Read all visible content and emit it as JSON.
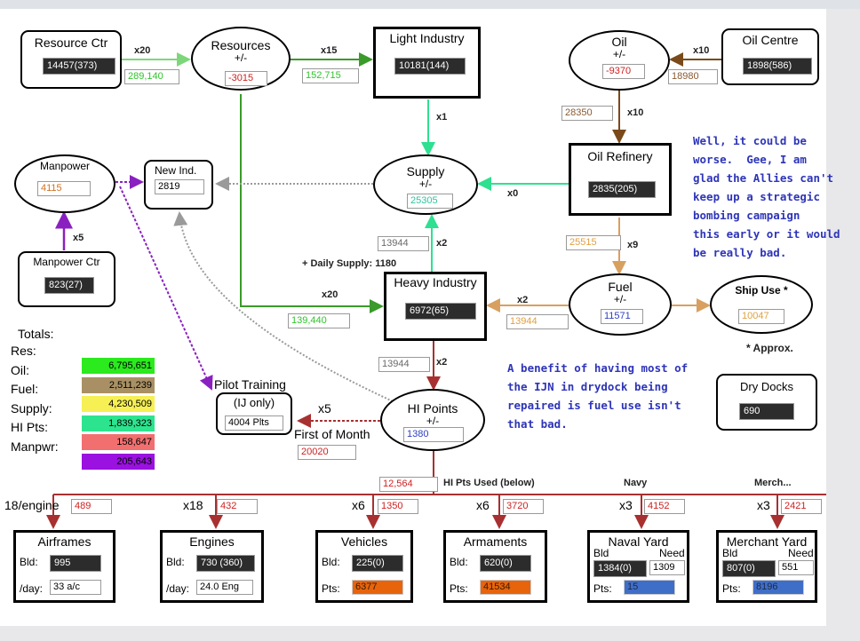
{
  "resource_ctr": {
    "title": "Resource Ctr",
    "value": "14457(373)",
    "out": "289,140",
    "mult": "x20"
  },
  "resources": {
    "title": "Resources",
    "sign": "+/-",
    "value": "-3015",
    "out": "152,715",
    "mult": "x15"
  },
  "light_industry": {
    "title": "Light Industry",
    "value": "10181(144)",
    "mult": "x1"
  },
  "oil": {
    "title": "Oil",
    "sign": "+/-",
    "value": "-9370",
    "in": "18980",
    "mult": "x10"
  },
  "oil_centre": {
    "title": "Oil Centre",
    "value": "1898(586)"
  },
  "oil_refinery": {
    "title": "Oil Refinery",
    "value": "2835(205)",
    "in": "28350",
    "mult": "x10",
    "out": "25515",
    "out_mult": "x9"
  },
  "manpower": {
    "title": "Manpower",
    "value": "4115"
  },
  "new_ind": {
    "title": "New Ind.",
    "value": "2819"
  },
  "supply": {
    "title": "Supply",
    "sign": "+/-",
    "value": "25305",
    "in_mult": "x0",
    "hi_in": "13944",
    "hi_mult": "x2",
    "daily": "+ Daily Supply: 1180"
  },
  "manpower_ctr": {
    "title": "Manpower Ctr",
    "value": "823(27)",
    "mult": "x5"
  },
  "heavy_industry": {
    "title": "Heavy Industry",
    "value": "6972(65)",
    "res_in": "139,440",
    "res_mult": "x20",
    "fuel_in": "13944",
    "fuel_mult": "x2",
    "out": "13944",
    "out_mult": "x2"
  },
  "fuel": {
    "title": "Fuel",
    "sign": "+/-",
    "value": "11571"
  },
  "ship_use": {
    "title": "Ship Use *",
    "value": "10047",
    "approx": "* Approx."
  },
  "totals": {
    "header": "Totals:",
    "rows": [
      {
        "label": "Res:",
        "value": "6,795,651",
        "color": "#2bea1d"
      },
      {
        "label": "Oil:",
        "value": "2,511,239",
        "color": "#a99064"
      },
      {
        "label": "Fuel:",
        "value": "4,230,509",
        "color": "#f6f055"
      },
      {
        "label": "Supply:",
        "value": "1,839,323",
        "color": "#2de48e"
      },
      {
        "label": "HI Pts:",
        "value": "158,647",
        "color": "#f26f6f"
      },
      {
        "label": "Manpwr:",
        "value": "205,643",
        "color": "#9a11e0"
      }
    ]
  },
  "pilot_training": {
    "title": "Pilot Training",
    "sub": "(IJ only)",
    "value": "4004 Plts",
    "mult": "x5",
    "month_label": "First of Month",
    "month_value": "20020"
  },
  "hi_points": {
    "title": "HI Points",
    "sign": "+/-",
    "value": "1380",
    "used": "12,564",
    "used_label": "HI Pts Used (below)",
    "navy": "Navy",
    "merch": "Merch..."
  },
  "dry_docks": {
    "title": "Dry Docks",
    "value": "690"
  },
  "notes": {
    "worse": "Well, it could be\nworse.  Gee, I am\nglad the Allies can't\nkeep up a strategic\nbombing campaign\nthis early or it would\nbe really bad.",
    "ijn": "A benefit of having most of\nthe IJN in drydock being\nrepaired is fuel use isn't\nthat bad."
  },
  "bottom": [
    {
      "mult": "18/engine",
      "use": "489",
      "title": "Airframes",
      "bld": "995",
      "row2_label": "/day:",
      "row2": "33 a/c"
    },
    {
      "mult": "x18",
      "use": "432",
      "title": "Engines",
      "bld": "730 (360)",
      "row2_label": "/day:",
      "row2": "24.0 Eng"
    },
    {
      "mult": "x6",
      "use": "1350",
      "title": "Vehicles",
      "bld": "225(0)",
      "row2_label": "Pts:",
      "row2": "6377"
    },
    {
      "mult": "x6",
      "use": "3720",
      "title": "Armaments",
      "bld": "620(0)",
      "row2_label": "Pts:",
      "row2": "41534"
    },
    {
      "mult": "x3",
      "use": "4152",
      "title": "Naval Yard",
      "bld": "1384(0)",
      "need": "1309",
      "row2_label": "Pts:",
      "row2": "15"
    },
    {
      "mult": "x3",
      "use": "2421",
      "title": "Merchant Yard",
      "bld": "807(0)",
      "need": "551",
      "row2_label": "Pts:",
      "row2": "8196"
    }
  ],
  "labels": {
    "bld": "Bld:",
    "bld_plain": "Bld",
    "need": "Need"
  },
  "colors": {
    "resource_arrow": "#3a9a2a",
    "supply_arrow": "#2ee08f",
    "oil_arrow": "#7a4a1a",
    "fuel_arrow": "#d8a060",
    "hi_arrow": "#a83030",
    "manpower_arrow": "#8a20c0",
    "grey_arrow": "#9a9a9a"
  }
}
